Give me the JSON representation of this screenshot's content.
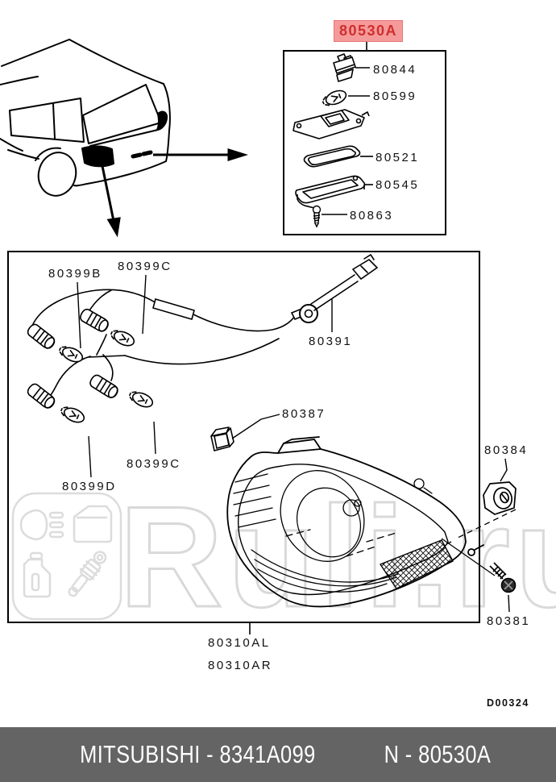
{
  "highlight": {
    "label": "80530A"
  },
  "callouts": {
    "p80844": "80844",
    "p80599": "80599",
    "p80521": "80521",
    "p80545": "80545",
    "p80863": "80863",
    "p80399b": "80399B",
    "p80399c_top": "80399C",
    "p80391": "80391",
    "p80387": "80387",
    "p80399c_bottom": "80399C",
    "p80399d": "80399D",
    "p80384": "80384",
    "p80381": "80381",
    "p80310al": "80310AL",
    "p80310ar": "80310AR"
  },
  "watermark": {
    "text": "Ruli.ru"
  },
  "drawing_code": "D00324",
  "footer": {
    "brand_code": "MITSUBISHI - 8341A099",
    "part_ref": "N - 80530A"
  },
  "colors": {
    "highlight_bg": "#f59a9a",
    "highlight_text": "#cf2f2f",
    "line": "#000000",
    "watermark": "#d9d9d9",
    "footer_bg": "#646464",
    "footer_text": "#ffffff"
  }
}
